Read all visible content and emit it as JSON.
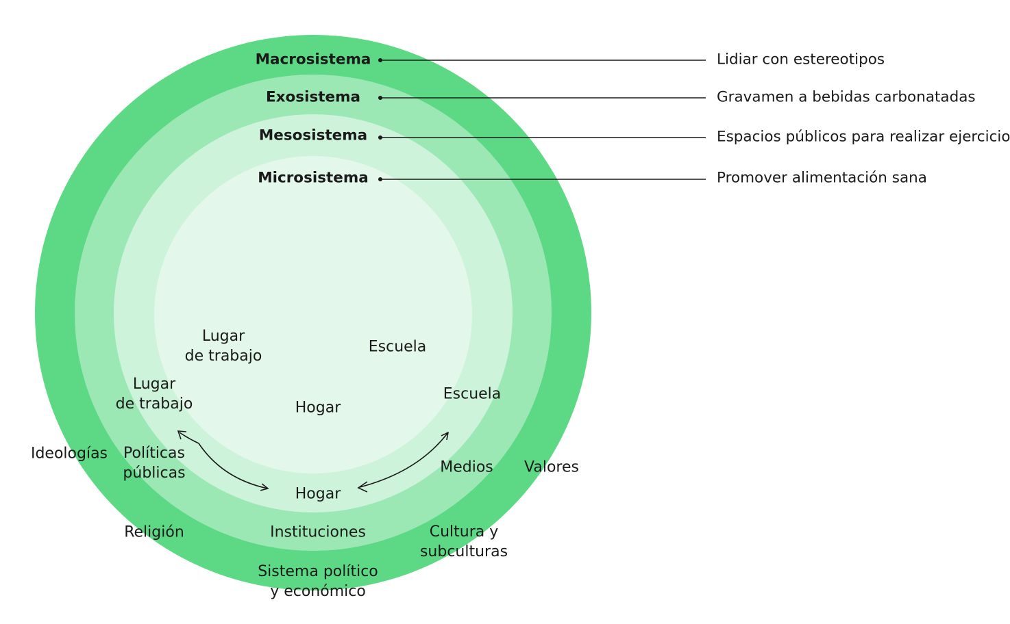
{
  "colors": {
    "macro": "#5dd986",
    "exo": "#9ce8b5",
    "meso": "#cdf3da",
    "micro": "#e3f7ea",
    "line": "#1a1a1a"
  },
  "levels": [
    {
      "name": "Macrosistema",
      "example": "Lidiar con estereotipos"
    },
    {
      "name": "Exosistema",
      "example": "Gravamen a bebidas carbonatadas"
    },
    {
      "name": "Mesosistema",
      "example": "Espacios públicos para realizar ejercicio"
    },
    {
      "name": "Microsistema",
      "example": "Promover alimentación sana"
    }
  ],
  "micro_labels": {
    "workplace": "Lugar\nde trabajo",
    "school": "Escuela",
    "home": "Hogar"
  },
  "meso_labels": {
    "workplace": "Lugar\nde trabajo",
    "school": "Escuela",
    "home": "Hogar"
  },
  "exo_labels": {
    "policies": "Políticas\npúblicas",
    "media": "Medios",
    "institutions": "Instituciones"
  },
  "macro_labels": {
    "ideologies": "Ideologías",
    "values": "Valores",
    "religion": "Religión",
    "culture": "Cultura y\nsubculturas",
    "system": "Sistema político\ny económico"
  }
}
